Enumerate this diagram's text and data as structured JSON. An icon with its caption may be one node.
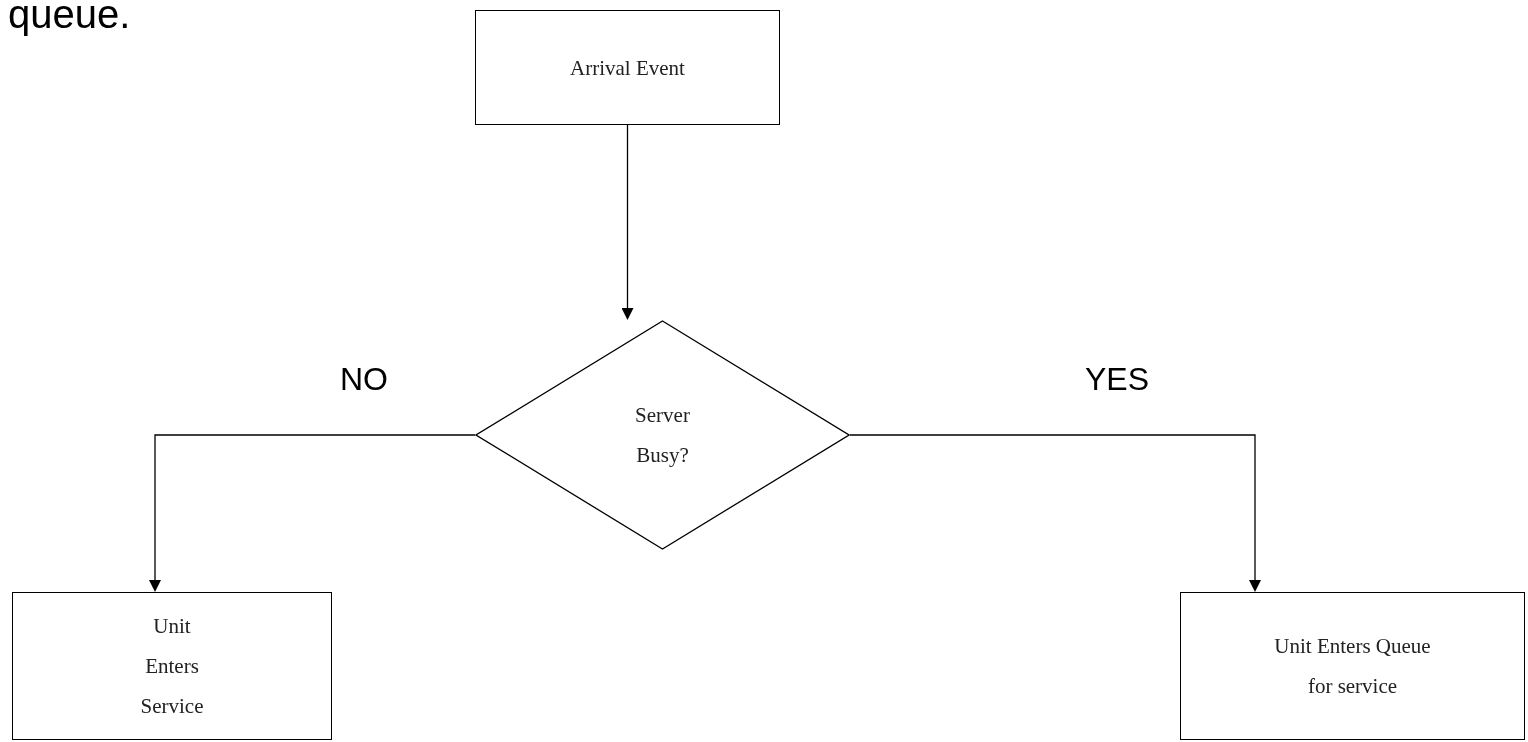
{
  "diagram": {
    "nodes": [
      {
        "text": [
          "Arrival Event"
        ]
      },
      {
        "text": [
          "Server Busy?"
        ]
      },
      {
        "text": [
          "Unit Enters Service"
        ]
      },
      {
        "text": [
          "Unit Enters Queue for service"
        ]
      }
    ],
    "edges": [
      {
        "from": 0,
        "to": 1,
        "arrow": "to"
      },
      {
        "from": 1,
        "to": 2,
        "arrow": "to",
        "label": "NO"
      },
      {
        "from": 1,
        "to": 3,
        "arrow": "to",
        "label": "YES"
      }
    ],
    "labels": [
      "queue."
    ]
  }
}
